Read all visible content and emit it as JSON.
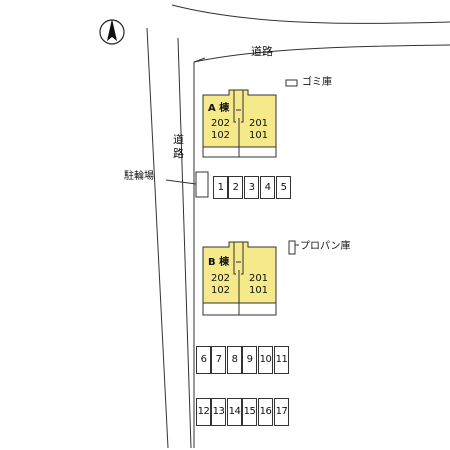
{
  "roads": {
    "north": "道路",
    "west": [
      "道",
      "路"
    ]
  },
  "facilities": {
    "garbage": "ゴミ庫",
    "propane": "プロパン庫",
    "bicycle_parking": "駐輪場"
  },
  "buildings": [
    {
      "name": "A 棟",
      "units": [
        "202",
        "102",
        "201",
        "101"
      ]
    },
    {
      "name": "B 棟",
      "units": [
        "202",
        "102",
        "201",
        "101"
      ]
    }
  ],
  "parking": {
    "row1": [
      "1",
      "2",
      "3",
      "4",
      "5"
    ],
    "row2": [
      "6",
      "7",
      "8",
      "9",
      "10",
      "11"
    ],
    "row3": [
      "12",
      "13",
      "14",
      "15",
      "16",
      "17"
    ]
  },
  "colors": {
    "building_fill": "#f5e98a",
    "line": "#333333"
  },
  "compass": {
    "icon": "north-arrow-icon"
  }
}
